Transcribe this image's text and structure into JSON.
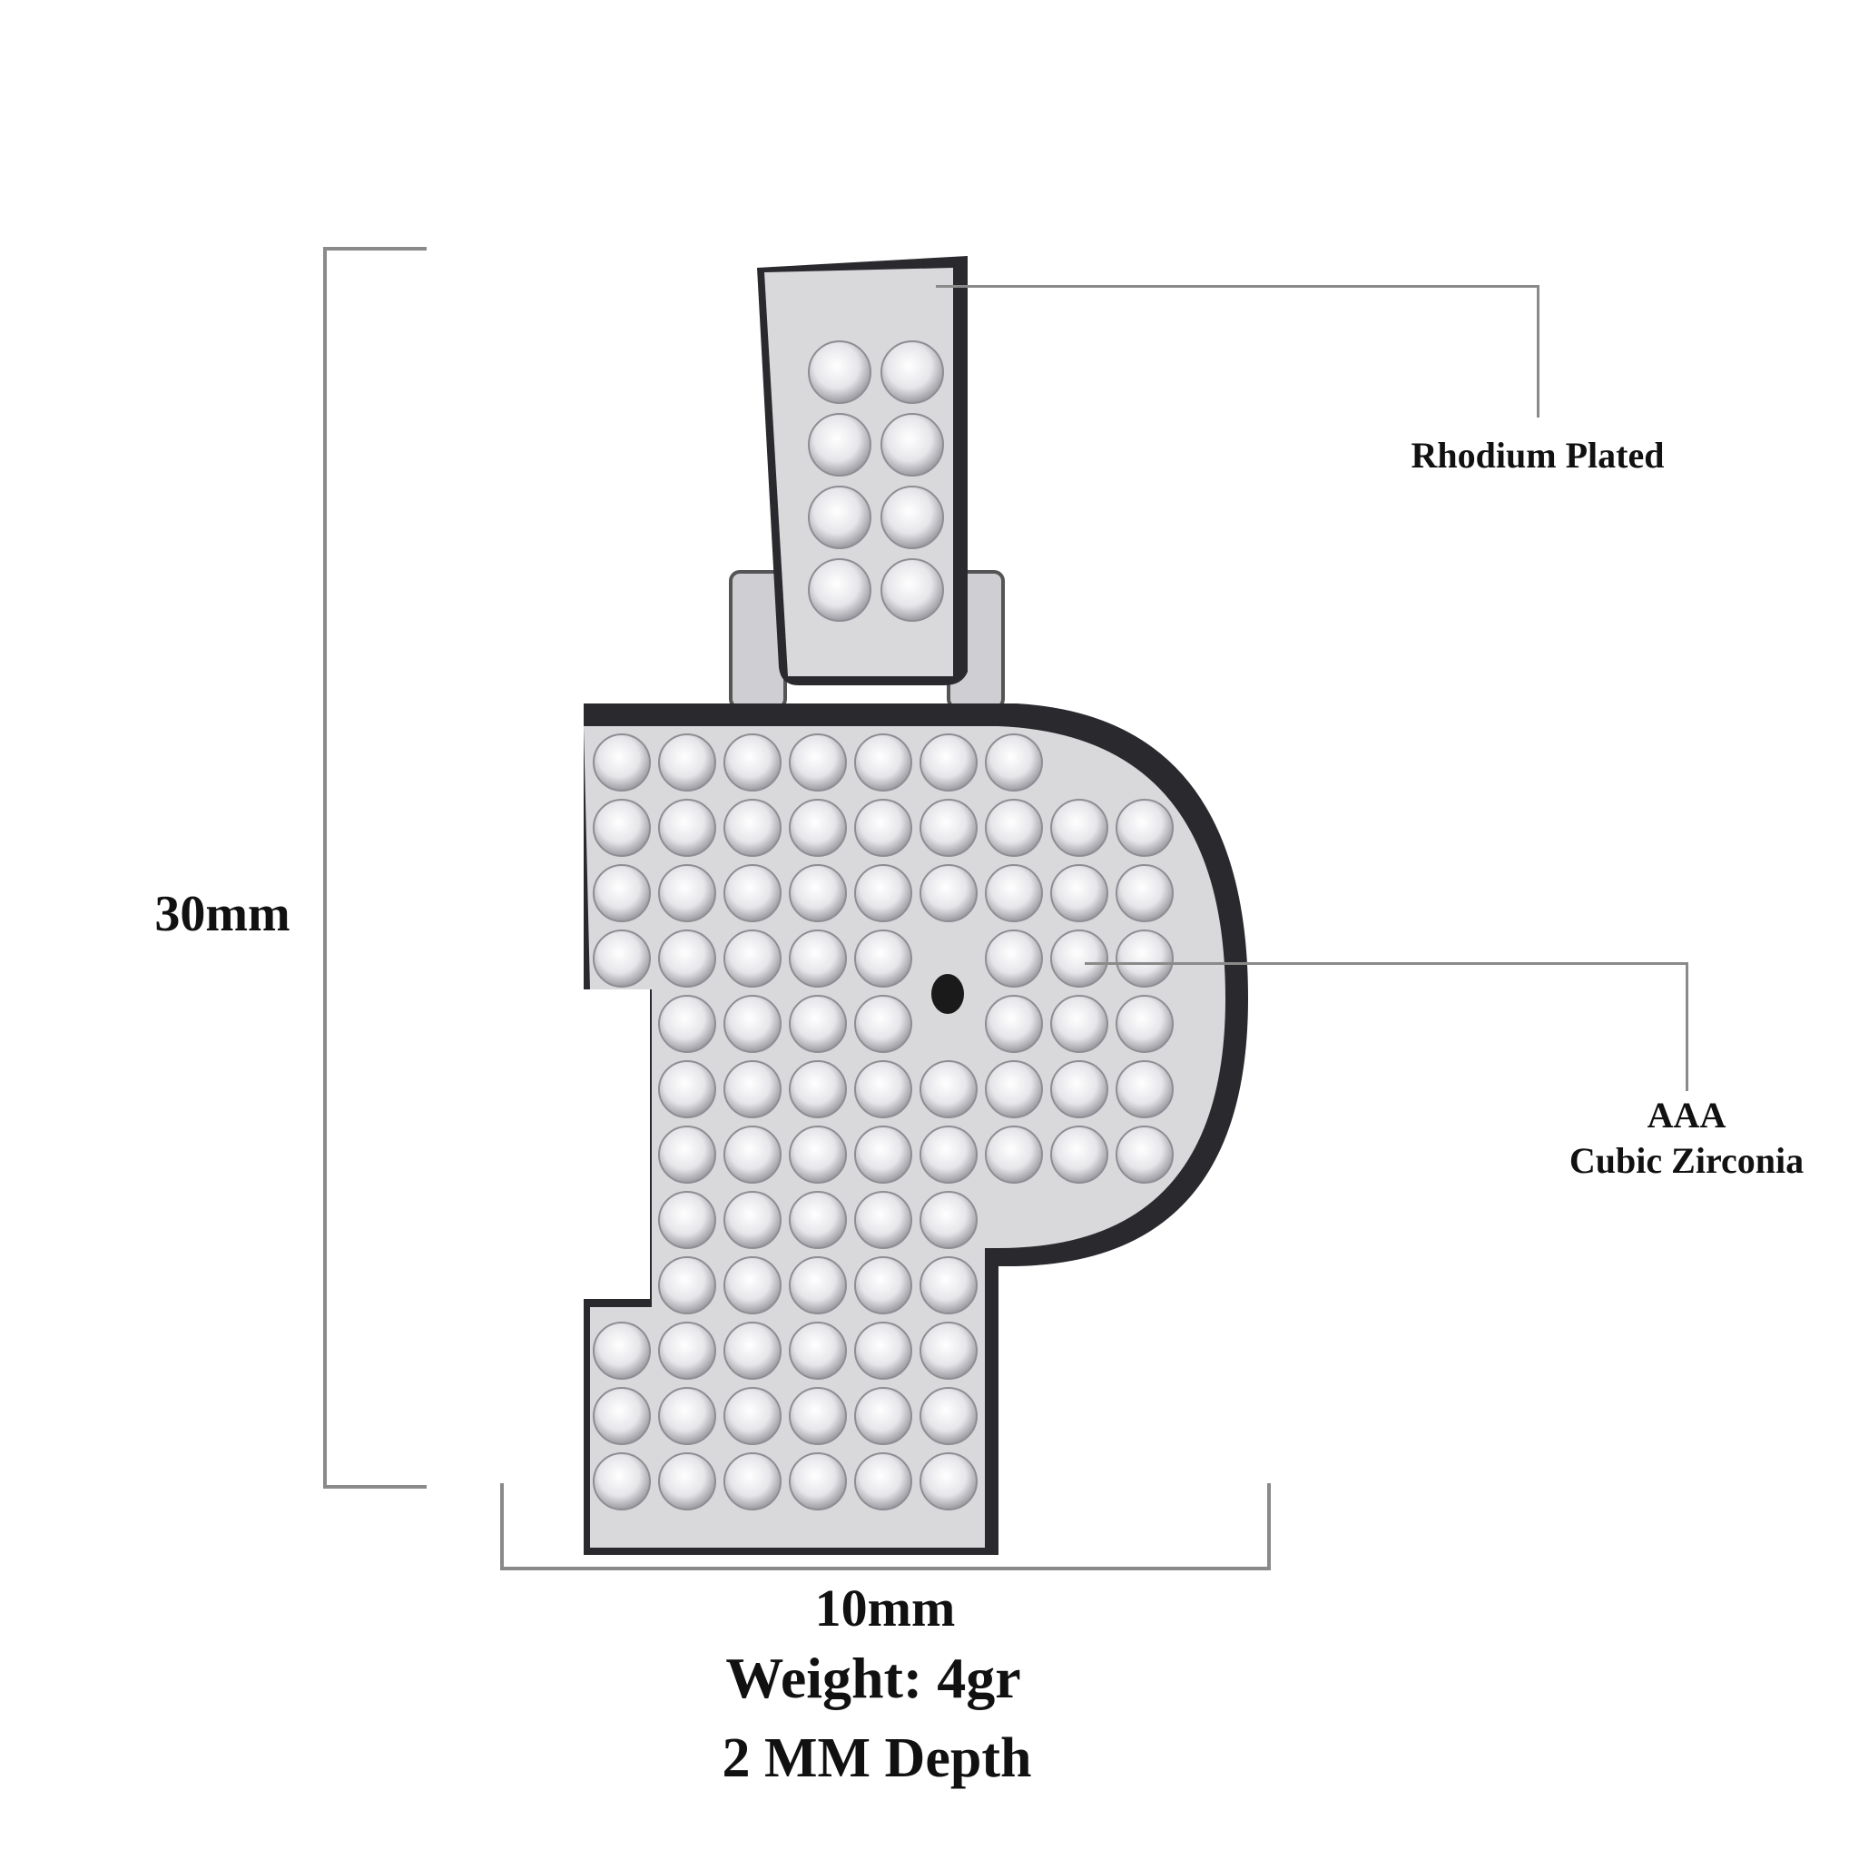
{
  "dimensions": {
    "height_label": "30mm",
    "width_label": "10mm"
  },
  "specs": {
    "weight": "Weight: 4gr",
    "depth": "2 MM Depth"
  },
  "callouts": {
    "plating": "Rhodium Plated",
    "stone_grade": "AAA",
    "stone_type": "Cubic Zirconia"
  },
  "product": {
    "letter": "P"
  },
  "colors": {
    "line": "#8a8a8a",
    "metal": "#d9d9dc",
    "shadow": "#2a2a2e",
    "gem": "#f4f4f6"
  }
}
